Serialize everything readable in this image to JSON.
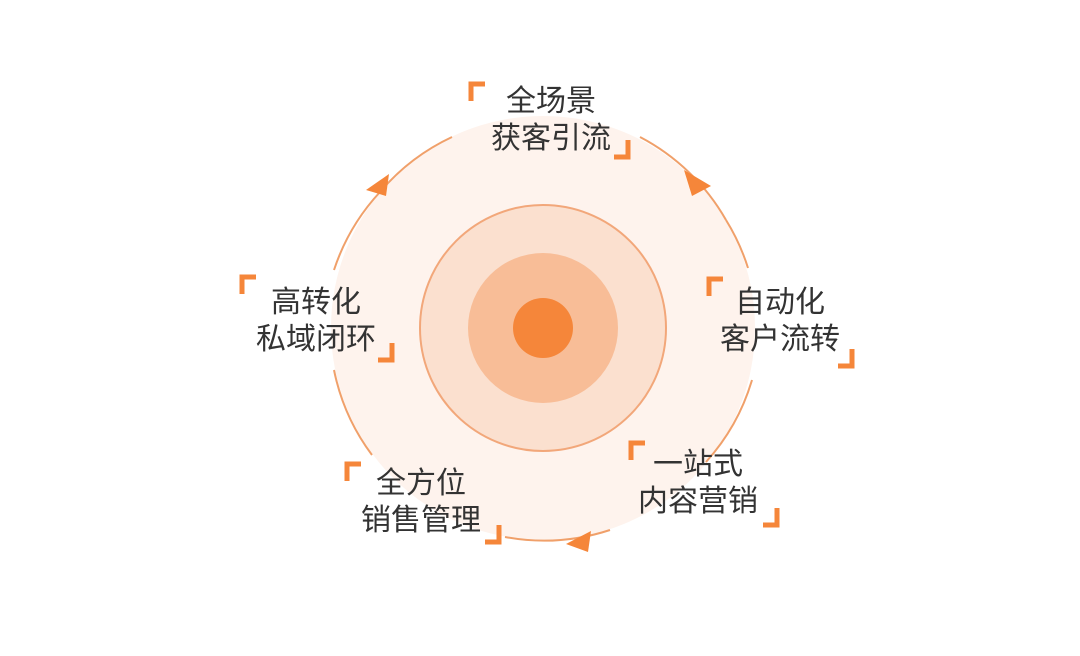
{
  "colors": {
    "accent": "#f5863a",
    "ring_stroke": "#f0a06a",
    "outer_fill": "#fef3ed",
    "middle_fill": "#fbe0cf",
    "inner_fill": "#f8bd97",
    "core_fill": "#f5863a",
    "text": "#333333"
  },
  "nodes": [
    {
      "id": "acquisition",
      "line1": "全场景",
      "line2": "获客引流"
    },
    {
      "id": "automation",
      "line1": "自动化",
      "line2": "客户流转"
    },
    {
      "id": "content-marketing",
      "line1": "一站式",
      "line2": "内容营销"
    },
    {
      "id": "sales-management",
      "line1": "全方位",
      "line2": "销售管理"
    },
    {
      "id": "private-domain",
      "line1": "高转化",
      "line2": "私域闭环"
    }
  ]
}
